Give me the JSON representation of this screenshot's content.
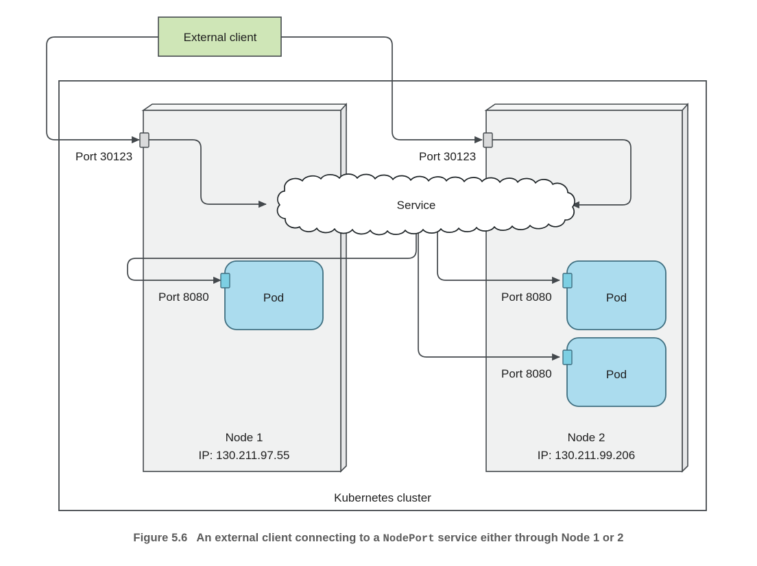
{
  "figure": {
    "number_label": "Figure 5.6",
    "caption_part1": "An external client connecting to a",
    "caption_mono": "NodePort",
    "caption_part2": "service either through Node 1 or 2"
  },
  "diagram": {
    "external_client": {
      "label": "External client"
    },
    "cluster": {
      "label": "Kubernetes cluster"
    },
    "service": {
      "label": "Service"
    },
    "nodes": [
      {
        "name": "Node 1",
        "ip": "IP: 130.211.97.55",
        "node_port_label": "Port 30123",
        "pods": [
          {
            "label": "Pod",
            "port_label": "Port 8080"
          }
        ]
      },
      {
        "name": "Node 2",
        "ip": "IP: 130.211.99.206",
        "node_port_label": "Port 30123",
        "pods": [
          {
            "label": "Pod",
            "port_label": "Port 8080"
          },
          {
            "label": "Pod",
            "port_label": "Port 8080"
          }
        ]
      }
    ]
  },
  "colors": {
    "client_fill": "#cfe6b7",
    "node_fill": "#f0f1f1",
    "pod_fill": "#abdcee",
    "pod_stroke": "#3f6f80",
    "line": "#43484c",
    "caption_text": "#5b5b5b"
  }
}
